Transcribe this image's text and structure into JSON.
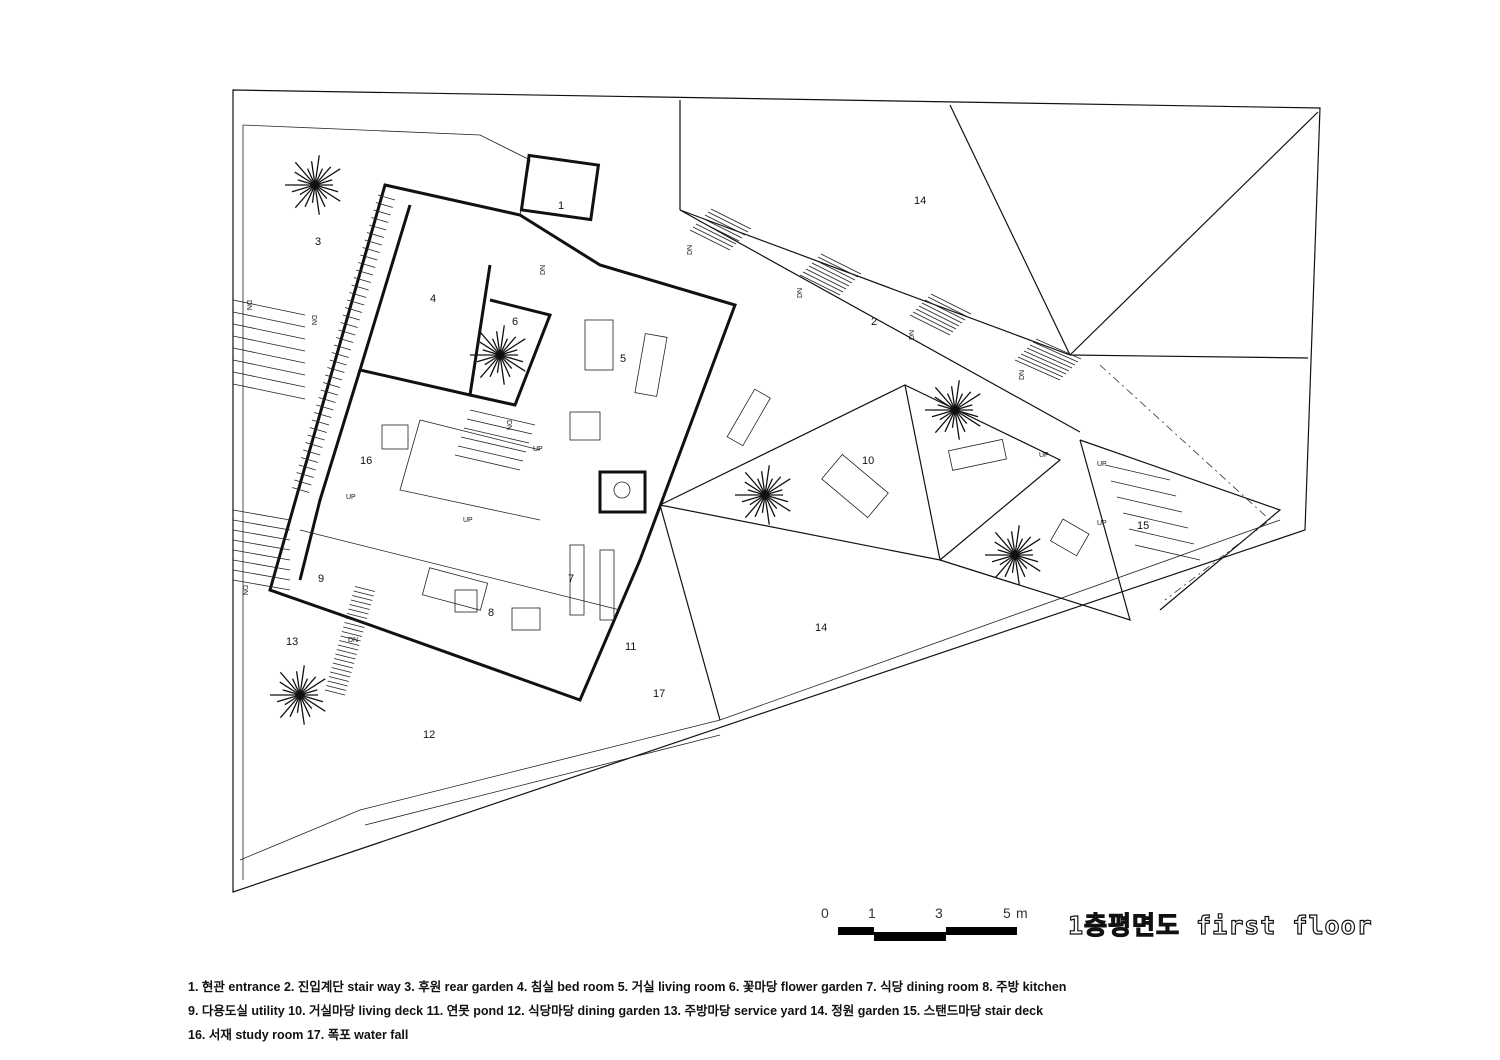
{
  "plan": {
    "room_labels": [
      "1",
      "2",
      "3",
      "4",
      "5",
      "6",
      "7",
      "8",
      "9",
      "10",
      "11",
      "12",
      "13",
      "14",
      "14",
      "15",
      "16",
      "17"
    ],
    "stair_marks": {
      "dn": "DN",
      "up": "UP"
    }
  },
  "scale_bar": {
    "ticks": [
      "0",
      "1",
      "3",
      "5"
    ],
    "unit": "m"
  },
  "title": "1층평면도 first floor",
  "legend": {
    "lines": [
      "1. 현관 entrance  2. 진입계단 stair way  3. 후원 rear garden  4. 침실 bed room  5. 거실 living room  6. 꽃마당 flower garden 7. 식당 dining room  8. 주방 kitchen",
      "9. 다용도실 utility  10. 거실마당 living deck  11. 연못 pond  12. 식당마당 dining garden  13. 주방마당 service yard  14. 정원 garden  15. 스탠드마당  stair deck",
      "16. 서재 study room  17. 폭포 water fall"
    ]
  }
}
